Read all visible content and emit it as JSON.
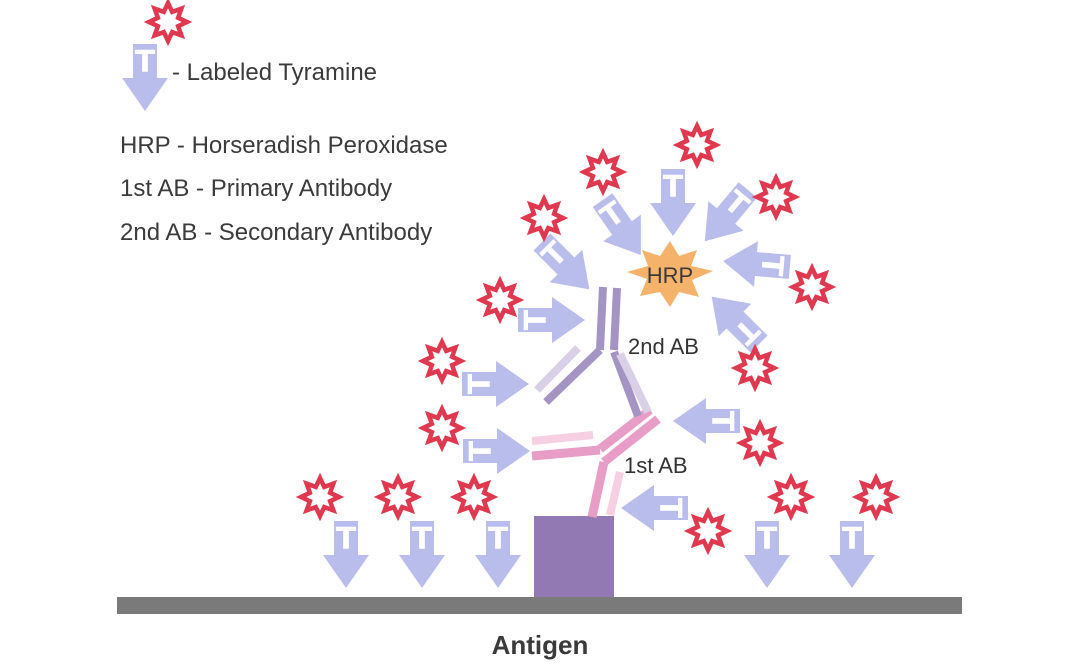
{
  "legend": {
    "tyramine_letter": "T",
    "tyramine_text": "- Labeled Tyramine",
    "hrp_text": "HRP - Horseradish Peroxidase",
    "primary_text": "1st AB - Primary Antibody",
    "secondary_text": "2nd AB - Secondary Antibody"
  },
  "diagram": {
    "hrp_label": "HRP",
    "secondary_label": "2nd AB",
    "primary_label": "1st AB",
    "antigen_label": "Antigen",
    "tyramine_letter": "T"
  },
  "colors": {
    "tyramine_fill": "#b9bdec",
    "star_stroke": "#e0384f",
    "hrp_fill": "#f5b26b",
    "secondary_dark": "#a394c4",
    "secondary_light": "#d9cfe6",
    "primary_dark": "#e89dc6",
    "primary_light": "#f6cfe2",
    "antigen_block": "#9379b3",
    "surface": "#7a7a7a"
  }
}
